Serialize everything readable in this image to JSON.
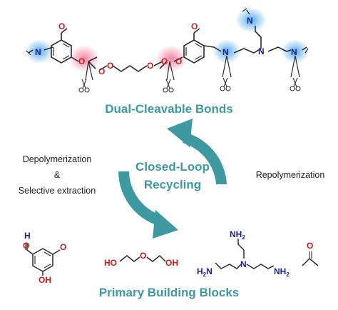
{
  "titles": {
    "top": "Dual-Cleavable Bonds",
    "bottom": "Primary Building Blocks"
  },
  "cycle": {
    "line1": "Closed-Loop",
    "line2": "Recycling"
  },
  "side_labels": {
    "left_line1": "Depolymerization",
    "left_line2": "&",
    "left_line3": "Selective extraction",
    "right": "Repolymerization"
  },
  "atoms": {
    "N": "N",
    "O": "O",
    "H": "H",
    "HO": "HO",
    "OH": "OH",
    "NH2": "NH",
    "sub2": "2"
  },
  "colors": {
    "teal": "#3e9aa0",
    "arrow": "#3e9aa0",
    "bond_cleave_acetal": "#f07090",
    "bond_cleave_imine": "#3a9ee8",
    "heteroatom_N": "#1b1f9a",
    "heteroatom_O": "#c81e1e",
    "bond": "#2b2b2b"
  },
  "icons": {
    "cleave": "scissors-icon",
    "arrows": "circular-recycle-arrows"
  }
}
